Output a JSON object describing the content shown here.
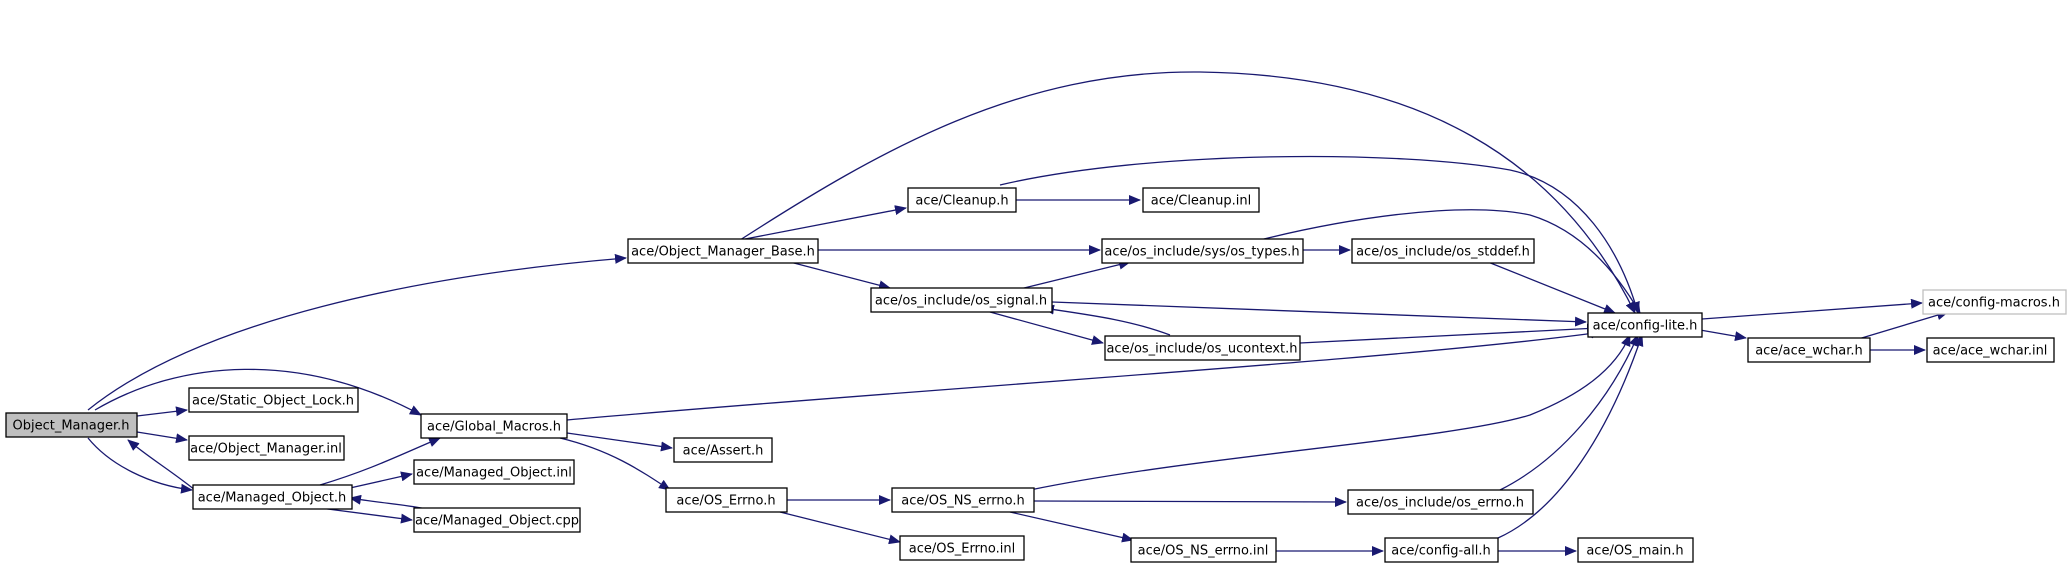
{
  "colors": {
    "edge": "#191970",
    "root_fill": "#bfbfbf",
    "external_border": "#bfbfbf"
  },
  "nodes": {
    "object_manager_h": "Object_Manager.h",
    "object_manager_base_h": "ace/Object_Manager_Base.h",
    "static_object_lock_h": "ace/Static_Object_Lock.h",
    "object_manager_inl": "ace/Object_Manager.inl",
    "managed_object_h": "ace/Managed_Object.h",
    "global_macros_h": "ace/Global_Macros.h",
    "managed_object_inl": "ace/Managed_Object.inl",
    "managed_object_cpp": "ace/Managed_Object.cpp",
    "cleanup_h": "ace/Cleanup.h",
    "cleanup_inl": "ace/Cleanup.inl",
    "os_types_h": "ace/os_include/sys/os_types.h",
    "os_stddef_h": "ace/os_include/os_stddef.h",
    "os_signal_h": "ace/os_include/os_signal.h",
    "os_ucontext_h": "ace/os_include/os_ucontext.h",
    "config_lite_h": "ace/config-lite.h",
    "config_macros_h": "ace/config-macros.h",
    "ace_wchar_h": "ace/ace_wchar.h",
    "ace_wchar_inl": "ace/ace_wchar.inl",
    "assert_h": "ace/Assert.h",
    "os_errno_h_ace": "ace/OS_Errno.h",
    "os_errno_inl": "ace/OS_Errno.inl",
    "os_ns_errno_h": "ace/OS_NS_errno.h",
    "os_ns_errno_inl": "ace/OS_NS_errno.inl",
    "os_include_errno_h": "ace/os_include/os_errno.h",
    "config_all_h": "ace/config-all.h",
    "os_main_h": "ace/OS_main.h"
  }
}
